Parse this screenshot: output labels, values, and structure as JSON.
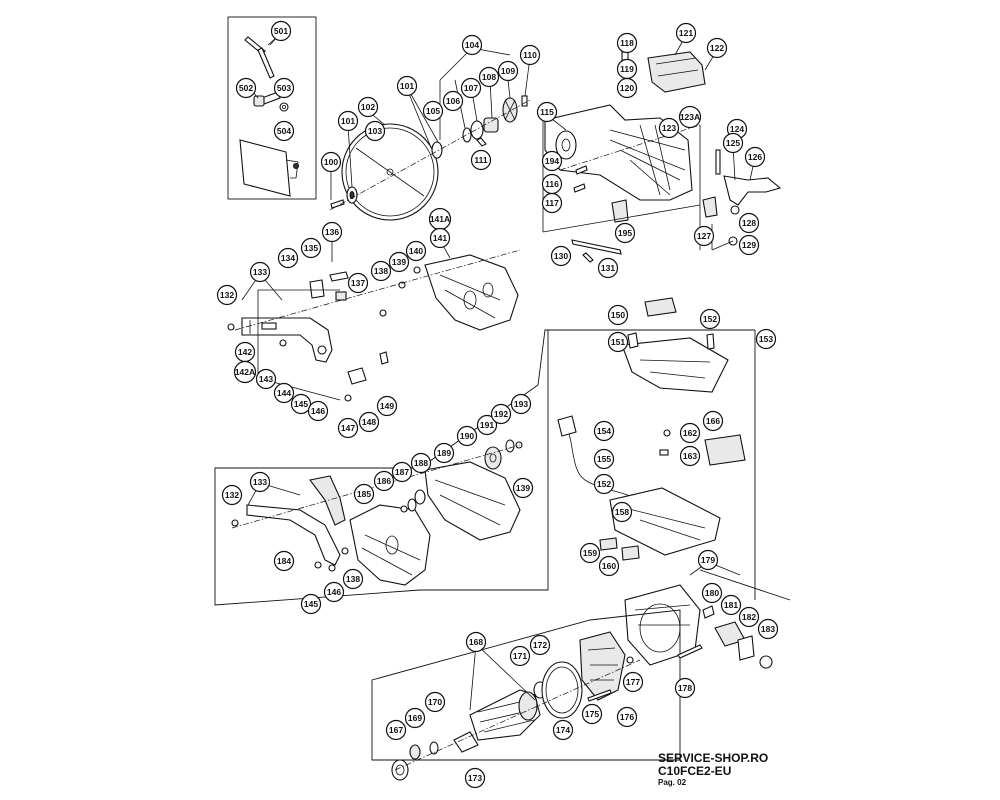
{
  "footer": {
    "shop": "SERVICE-SHOP.RO",
    "model": "C10FCE2-EU",
    "page": "Pag. 02"
  },
  "callouts": [
    {
      "id": "c501",
      "label": "501"
    },
    {
      "id": "c502",
      "label": "502"
    },
    {
      "id": "c503",
      "label": "503"
    },
    {
      "id": "c504",
      "label": "504"
    },
    {
      "id": "c100",
      "label": "100"
    },
    {
      "id": "c101",
      "label": "101"
    },
    {
      "id": "c101b",
      "label": "101"
    },
    {
      "id": "c102",
      "label": "102"
    },
    {
      "id": "c103",
      "label": "103"
    },
    {
      "id": "c104",
      "label": "104"
    },
    {
      "id": "c105",
      "label": "105"
    },
    {
      "id": "c106",
      "label": "106"
    },
    {
      "id": "c107",
      "label": "107"
    },
    {
      "id": "c108",
      "label": "108"
    },
    {
      "id": "c109",
      "label": "109"
    },
    {
      "id": "c110",
      "label": "110"
    },
    {
      "id": "c111",
      "label": "111"
    },
    {
      "id": "c115",
      "label": "115"
    },
    {
      "id": "c116",
      "label": "116"
    },
    {
      "id": "c117",
      "label": "117"
    },
    {
      "id": "c118",
      "label": "118"
    },
    {
      "id": "c119",
      "label": "119"
    },
    {
      "id": "c120",
      "label": "120"
    },
    {
      "id": "c121",
      "label": "121"
    },
    {
      "id": "c122",
      "label": "122"
    },
    {
      "id": "c123",
      "label": "123"
    },
    {
      "id": "c123a",
      "label": "123A"
    },
    {
      "id": "c124",
      "label": "124"
    },
    {
      "id": "c125",
      "label": "125"
    },
    {
      "id": "c126",
      "label": "126"
    },
    {
      "id": "c127",
      "label": "127"
    },
    {
      "id": "c128",
      "label": "128"
    },
    {
      "id": "c129",
      "label": "129"
    },
    {
      "id": "c130",
      "label": "130"
    },
    {
      "id": "c131",
      "label": "131"
    },
    {
      "id": "c194",
      "label": "194"
    },
    {
      "id": "c195",
      "label": "195"
    },
    {
      "id": "c132",
      "label": "132"
    },
    {
      "id": "c133",
      "label": "133"
    },
    {
      "id": "c134",
      "label": "134"
    },
    {
      "id": "c135",
      "label": "135"
    },
    {
      "id": "c136",
      "label": "136"
    },
    {
      "id": "c137",
      "label": "137"
    },
    {
      "id": "c138",
      "label": "138"
    },
    {
      "id": "c139",
      "label": "139"
    },
    {
      "id": "c140",
      "label": "140"
    },
    {
      "id": "c141a",
      "label": "141A"
    },
    {
      "id": "c141",
      "label": "141"
    },
    {
      "id": "c142",
      "label": "142"
    },
    {
      "id": "c142a",
      "label": "142A"
    },
    {
      "id": "c143",
      "label": "143"
    },
    {
      "id": "c144",
      "label": "144"
    },
    {
      "id": "c145",
      "label": "145"
    },
    {
      "id": "c146",
      "label": "146"
    },
    {
      "id": "c147",
      "label": "147"
    },
    {
      "id": "c148",
      "label": "148"
    },
    {
      "id": "c149",
      "label": "149"
    },
    {
      "id": "c150",
      "label": "150"
    },
    {
      "id": "c151",
      "label": "151"
    },
    {
      "id": "c152",
      "label": "152"
    },
    {
      "id": "c153",
      "label": "153"
    },
    {
      "id": "c154",
      "label": "154"
    },
    {
      "id": "c155",
      "label": "155"
    },
    {
      "id": "c152b",
      "label": "152"
    },
    {
      "id": "c158",
      "label": "158"
    },
    {
      "id": "c159",
      "label": "159"
    },
    {
      "id": "c160",
      "label": "160"
    },
    {
      "id": "c162",
      "label": "162"
    },
    {
      "id": "c163",
      "label": "163"
    },
    {
      "id": "c166",
      "label": "166"
    },
    {
      "id": "c132b",
      "label": "132"
    },
    {
      "id": "c133b",
      "label": "133"
    },
    {
      "id": "c184",
      "label": "184"
    },
    {
      "id": "c145b",
      "label": "145"
    },
    {
      "id": "c146b",
      "label": "146"
    },
    {
      "id": "c138b",
      "label": "138"
    },
    {
      "id": "c185",
      "label": "185"
    },
    {
      "id": "c186",
      "label": "186"
    },
    {
      "id": "c187",
      "label": "187"
    },
    {
      "id": "c188",
      "label": "188"
    },
    {
      "id": "c189",
      "label": "189"
    },
    {
      "id": "c190",
      "label": "190"
    },
    {
      "id": "c191",
      "label": "191"
    },
    {
      "id": "c192",
      "label": "192"
    },
    {
      "id": "c193",
      "label": "193"
    },
    {
      "id": "c139b",
      "label": "139"
    },
    {
      "id": "c179",
      "label": "179"
    },
    {
      "id": "c180",
      "label": "180"
    },
    {
      "id": "c181",
      "label": "181"
    },
    {
      "id": "c182",
      "label": "182"
    },
    {
      "id": "c183",
      "label": "183"
    },
    {
      "id": "c177",
      "label": "177"
    },
    {
      "id": "c178",
      "label": "178"
    },
    {
      "id": "c176",
      "label": "176"
    },
    {
      "id": "c175",
      "label": "175"
    },
    {
      "id": "c174",
      "label": "174"
    },
    {
      "id": "c172",
      "label": "172"
    },
    {
      "id": "c171",
      "label": "171"
    },
    {
      "id": "c168",
      "label": "168"
    },
    {
      "id": "c170",
      "label": "170"
    },
    {
      "id": "c169",
      "label": "169"
    },
    {
      "id": "c167",
      "label": "167"
    },
    {
      "id": "c173",
      "label": "173"
    }
  ]
}
